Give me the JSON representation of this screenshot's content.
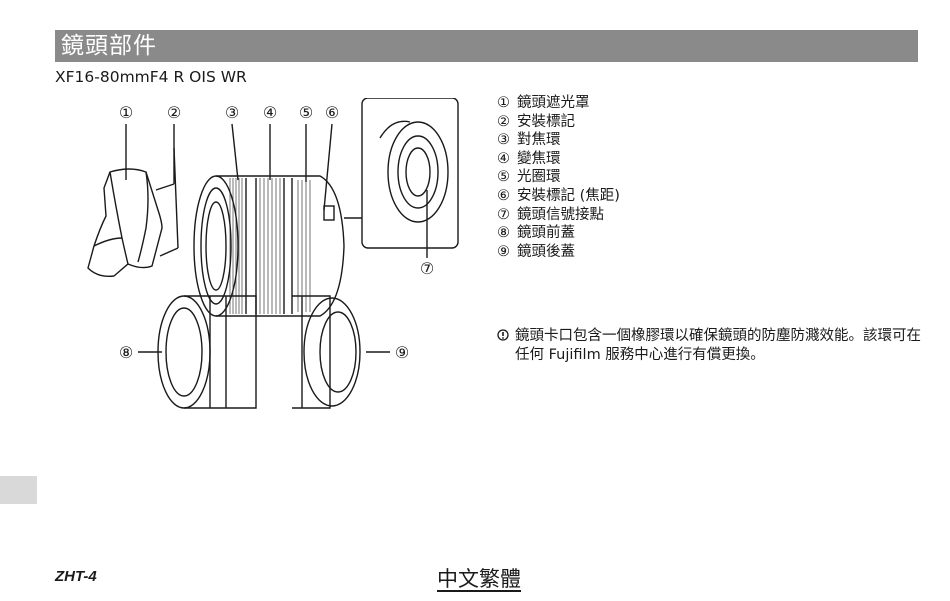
{
  "header": {
    "title": "鏡頭部件",
    "subtitle": "XF16-80mmF4 R OIS WR"
  },
  "figure": {
    "callouts": [
      "①",
      "②",
      "③",
      "④",
      "⑤",
      "⑥",
      "⑦",
      "⑧",
      "⑨"
    ]
  },
  "parts": [
    {
      "num": "①",
      "label": "鏡頭遮光罩"
    },
    {
      "num": "②",
      "label": "安裝標記"
    },
    {
      "num": "③",
      "label": "對焦環"
    },
    {
      "num": "④",
      "label": "變焦環"
    },
    {
      "num": "⑤",
      "label": "光圈環"
    },
    {
      "num": "⑥",
      "label": "安裝標記 (焦距)"
    },
    {
      "num": "⑦",
      "label": "鏡頭信號接點"
    },
    {
      "num": "⑧",
      "label": "鏡頭前蓋"
    },
    {
      "num": "⑨",
      "label": "鏡頭後蓋"
    }
  ],
  "note": {
    "icon": "note-icon",
    "text": "鏡頭卡口包含一個橡膠環以確保鏡頭的防塵防濺效能。該環可在任何 Fujifilm 服務中心進行有償更換。"
  },
  "footer": {
    "page_id": "ZHT-4",
    "language": "中文繁體"
  },
  "colors": {
    "title_bar": "#8a8a8a",
    "side_tab": "#d9d9d9"
  }
}
